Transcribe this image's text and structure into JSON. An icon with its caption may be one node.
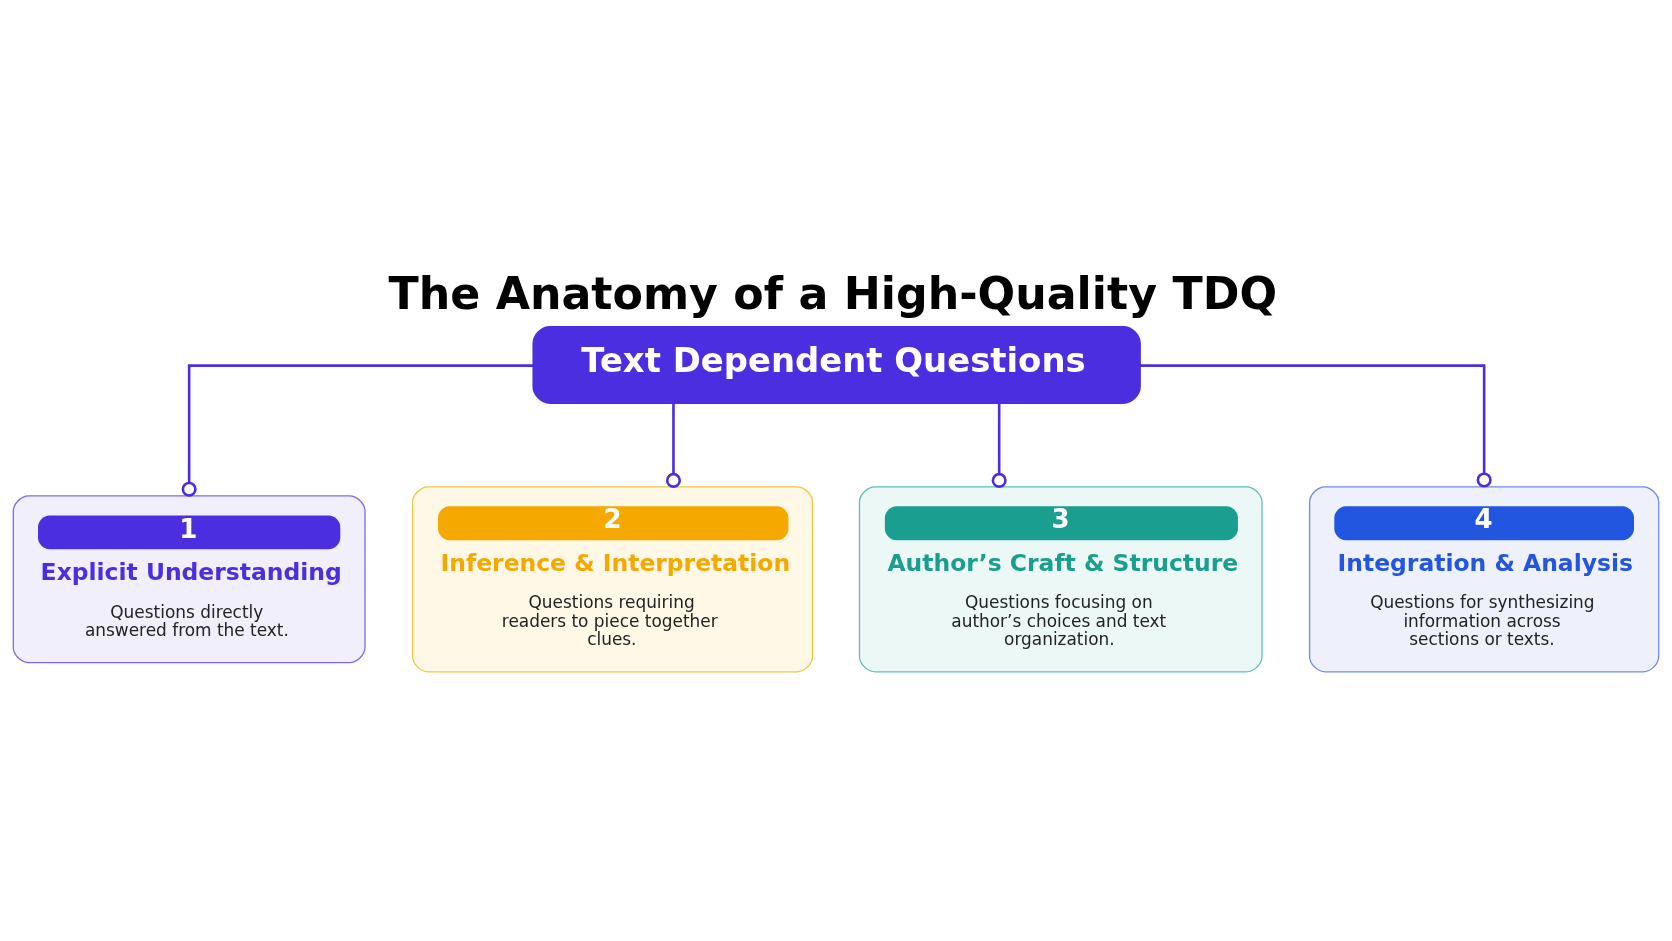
{
  "diagram": {
    "title": "The Anatomy of a High-Quality TDQ",
    "nodes": [
      {
        "text": [
          "Text Dependent Questions"
        ]
      },
      {
        "text": [
          "1",
          "Explicit Understanding",
          "Questions directly answered from the text."
        ]
      },
      {
        "text": [
          "2",
          "Inference & Interpretation",
          "Questions requiring readers to piece together clues."
        ]
      },
      {
        "text": [
          "3",
          "Author’s Craft & Structure",
          "Questions focusing on author’s choices and text organization."
        ]
      },
      {
        "text": [
          "4",
          "Integration & Analysis",
          "Questions for synthesizing information across sections or texts."
        ]
      }
    ],
    "edges": [
      {
        "from": 0,
        "to": 1,
        "arrow": "other"
      },
      {
        "from": 0,
        "to": 2,
        "arrow": "other"
      },
      {
        "from": 0,
        "to": 3,
        "arrow": "other"
      },
      {
        "from": 0,
        "to": 4,
        "arrow": "other"
      }
    ]
  }
}
